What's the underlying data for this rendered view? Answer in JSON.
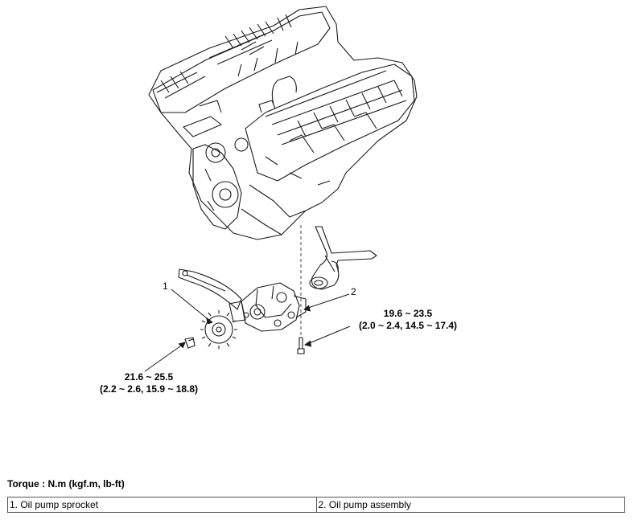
{
  "callouts": {
    "one": "1",
    "two": "2"
  },
  "torque_bolt_left": {
    "nm": "21.6 ~ 25.5",
    "alt": "(2.2 ~ 2.6, 15.9 ~ 18.8)"
  },
  "torque_bolt_right": {
    "nm": "19.6 ~ 23.5",
    "alt": "(2.0 ~ 2.4, 14.5 ~ 17.4)"
  },
  "torque_title": "Torque : N.m (kgf.m, lb-ft)",
  "legend": {
    "item1": "1. Oil pump sprocket",
    "item2": "2. Oil pump assembly"
  }
}
